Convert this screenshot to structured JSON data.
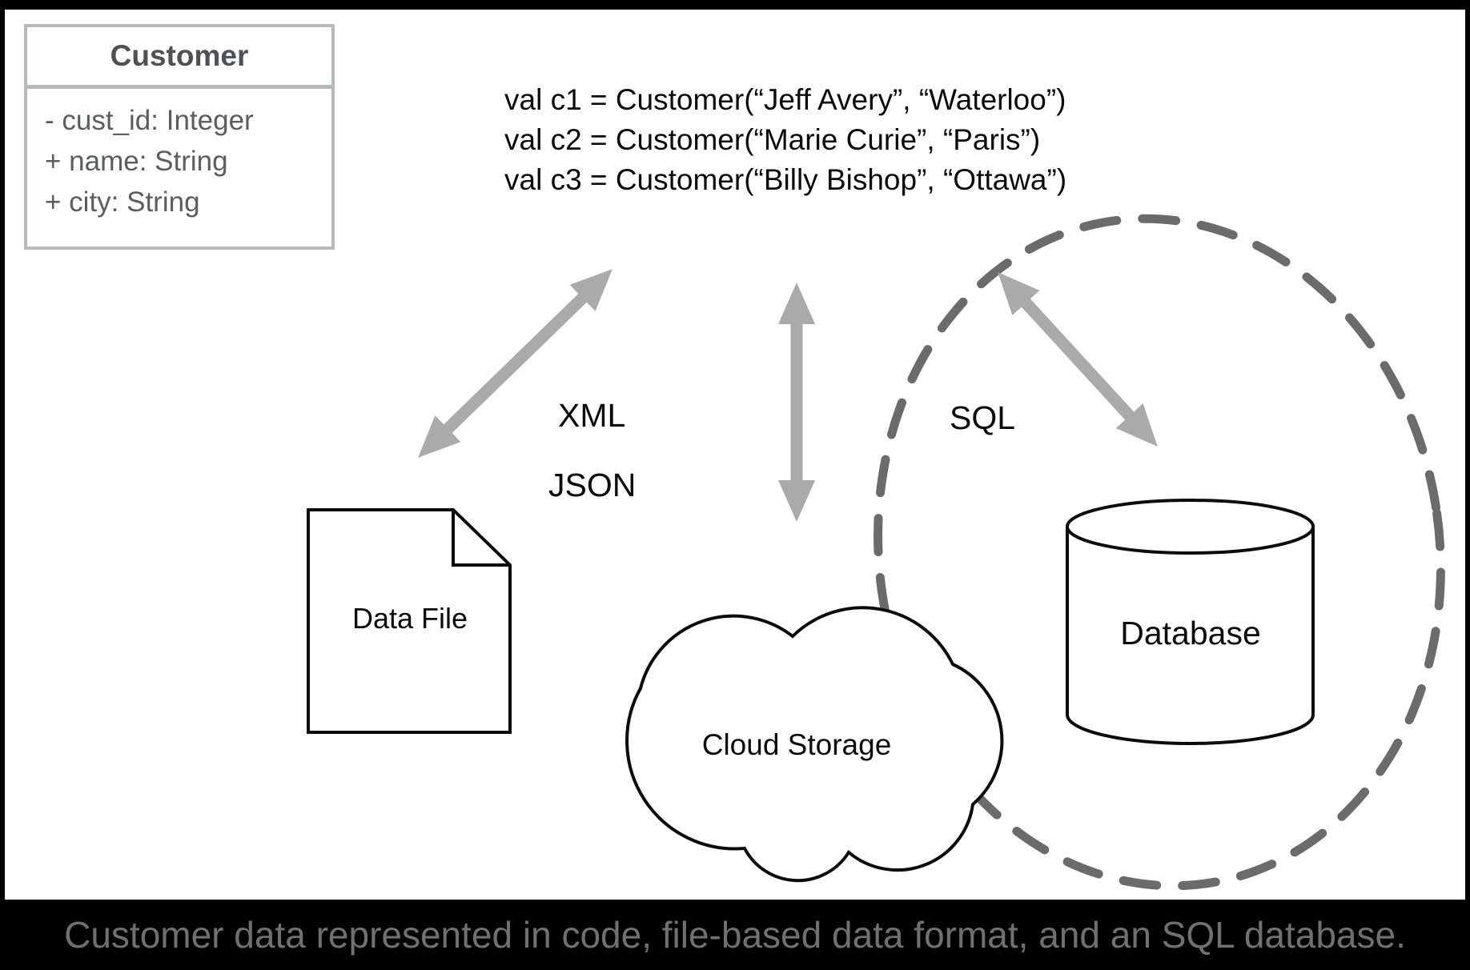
{
  "classbox": {
    "title": "Customer",
    "attributes": [
      "- cust_id: Integer",
      "+ name: String",
      "+ city: String"
    ]
  },
  "code": {
    "lines": [
      "val c1 = Customer(“Jeff Avery”, “Waterloo”)",
      "val c2 = Customer(“Marie Curie”, “Paris”)",
      "val c3 = Customer(“Billy Bishop”, “Ottawa”)"
    ]
  },
  "labels": {
    "xml": "XML",
    "json": "JSON",
    "sql": "SQL"
  },
  "nodes": {
    "data_file": "Data File",
    "cloud_storage": "Cloud Storage",
    "database": "Database"
  },
  "caption": "Customer data represented in code, file-based data format, and an SQL database.",
  "colors": {
    "arrow": "#aaaaaa",
    "dashed_ellipse": "#6b6b6b",
    "shape_outline": "#0b0b0b",
    "classbox_border": "#b5babd",
    "caption_text": "#707070",
    "frame": "#000000",
    "canvas": "#ffffff"
  }
}
